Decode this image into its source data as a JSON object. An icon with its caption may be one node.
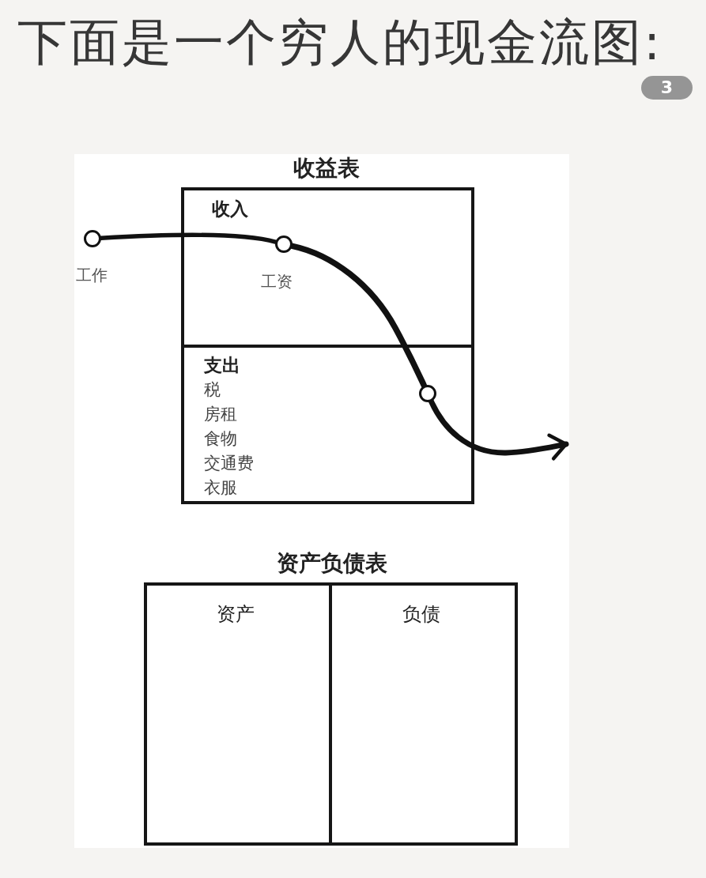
{
  "diagram": {
    "title": "下面是一个穷人的现金流图:",
    "nodes": [
      {
        "text": [
          "收益表"
        ]
      },
      {
        "text": [
          "收入"
        ],
        "in": 0
      },
      {
        "text": [],
        "shape": "circle",
        "beside": [
          "工作"
        ]
      },
      {
        "text": [],
        "shape": "circle",
        "beside": [
          "工资"
        ],
        "in": 1
      },
      {
        "text": [
          "支出",
          "税",
          "房租",
          "食物",
          "交通费",
          "衣服"
        ],
        "in": 0
      },
      {
        "text": [],
        "shape": "circle",
        "in": 4
      },
      {
        "text": [
          "资产负债表"
        ]
      },
      {
        "text": [
          "资产"
        ],
        "in": 6
      },
      {
        "text": [
          "负债"
        ],
        "in": 6
      }
    ],
    "edges": [
      {
        "from": 2,
        "to": 3,
        "arrow": "none"
      },
      {
        "from": 3,
        "to": 5,
        "arrow": "none"
      },
      {
        "from": 5,
        "to": null,
        "arrow": "to"
      }
    ],
    "labels": [
      "3"
    ]
  }
}
